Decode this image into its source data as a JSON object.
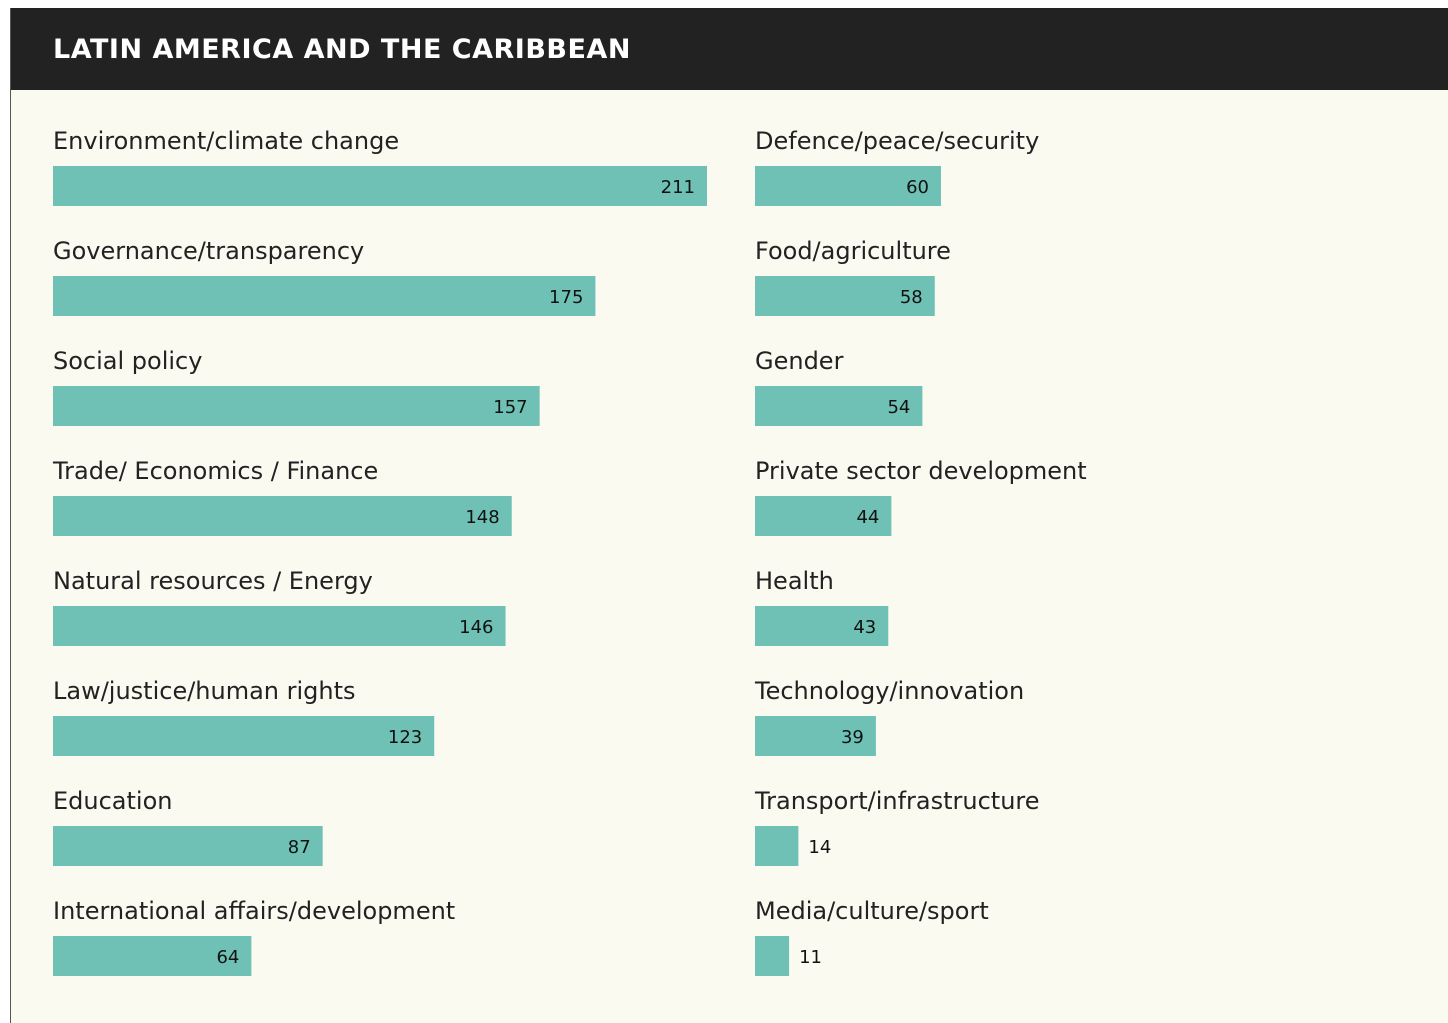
{
  "colors": {
    "header_bg": "#222222",
    "background": "#fbfaf1",
    "bar": "#6ec1b4",
    "text": "#222222"
  },
  "chart_data": {
    "type": "bar",
    "orientation": "horizontal",
    "title": "LATIN AMERICA AND THE CARIBBEAN",
    "xlim": [
      0,
      211
    ],
    "columns": [
      {
        "categories": [
          "Environment/climate change",
          "Governance/transparency",
          "Social policy",
          "Trade/ Economics / Finance",
          "Natural resources / Energy",
          "Law/justice/human rights",
          "Education",
          "International affairs/development"
        ],
        "values": [
          211,
          175,
          157,
          148,
          146,
          123,
          87,
          64
        ]
      },
      {
        "categories": [
          "Defence/peace/security",
          "Food/agriculture",
          "Gender",
          "Private sector development",
          "Health",
          "Technology/innovation",
          "Transport/infrastructure",
          "Media/culture/sport"
        ],
        "values": [
          60,
          58,
          54,
          44,
          43,
          39,
          14,
          11
        ]
      }
    ]
  }
}
